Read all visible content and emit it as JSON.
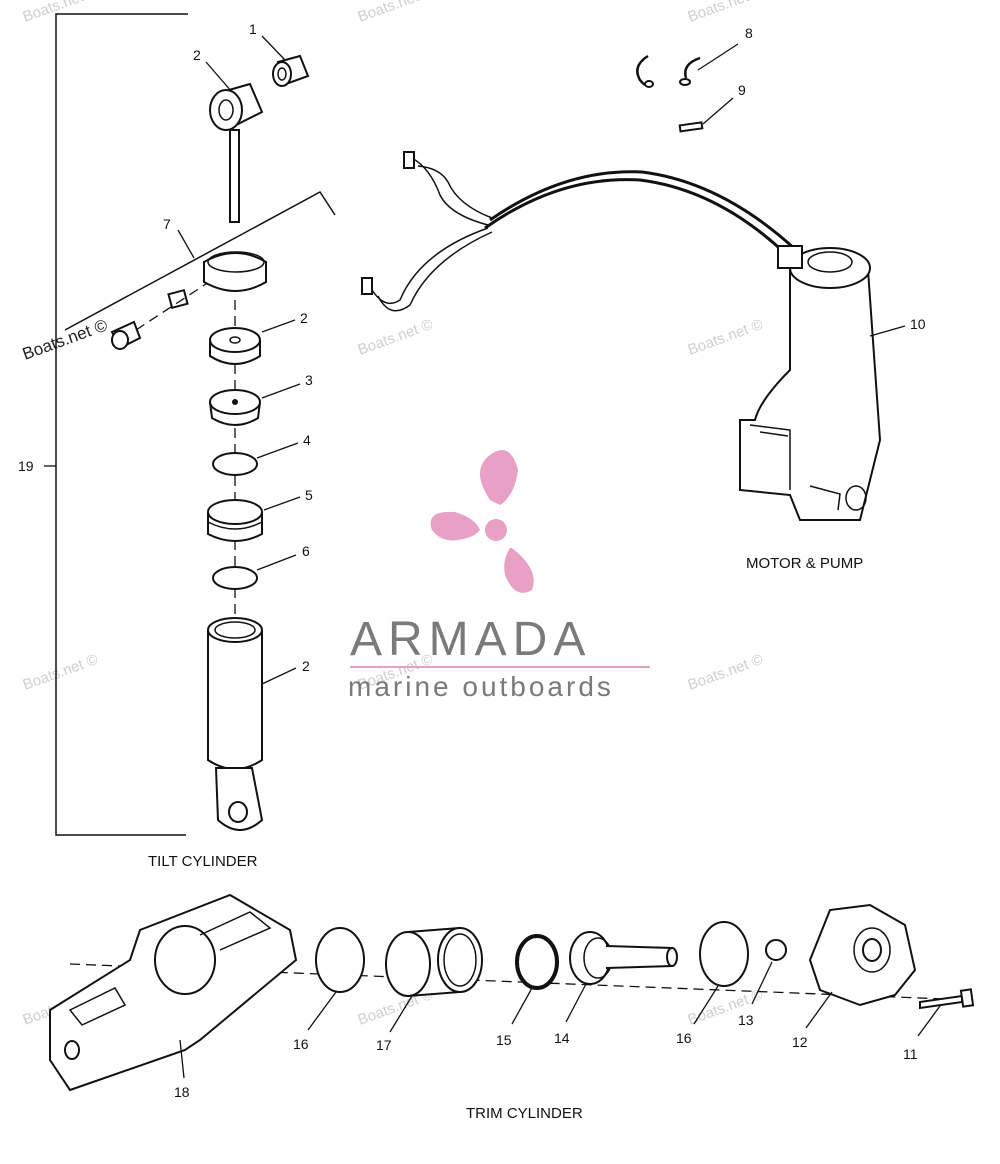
{
  "watermarks": [
    "Boats.net ©"
  ],
  "brand": {
    "name": "ARMADA",
    "tagline": "marine outboards",
    "accent_color": "#e8a0c4",
    "text_color": "#7a7a7a"
  },
  "sections": {
    "tilt_cylinder": "TILT CYLINDER",
    "motor_pump": "MOTOR & PUMP",
    "trim_cylinder": "TRIM CYLINDER"
  },
  "callouts": {
    "c1": "1",
    "c2a": "2",
    "c2b": "2",
    "c2c": "2",
    "c3": "3",
    "c4": "4",
    "c5": "5",
    "c6": "6",
    "c7": "7",
    "c8": "8",
    "c9": "9",
    "c10": "10",
    "c11": "11",
    "c12": "12",
    "c13": "13",
    "c14": "14",
    "c15": "15",
    "c16a": "16",
    "c16b": "16",
    "c17": "17",
    "c18": "18",
    "c19": "19"
  }
}
